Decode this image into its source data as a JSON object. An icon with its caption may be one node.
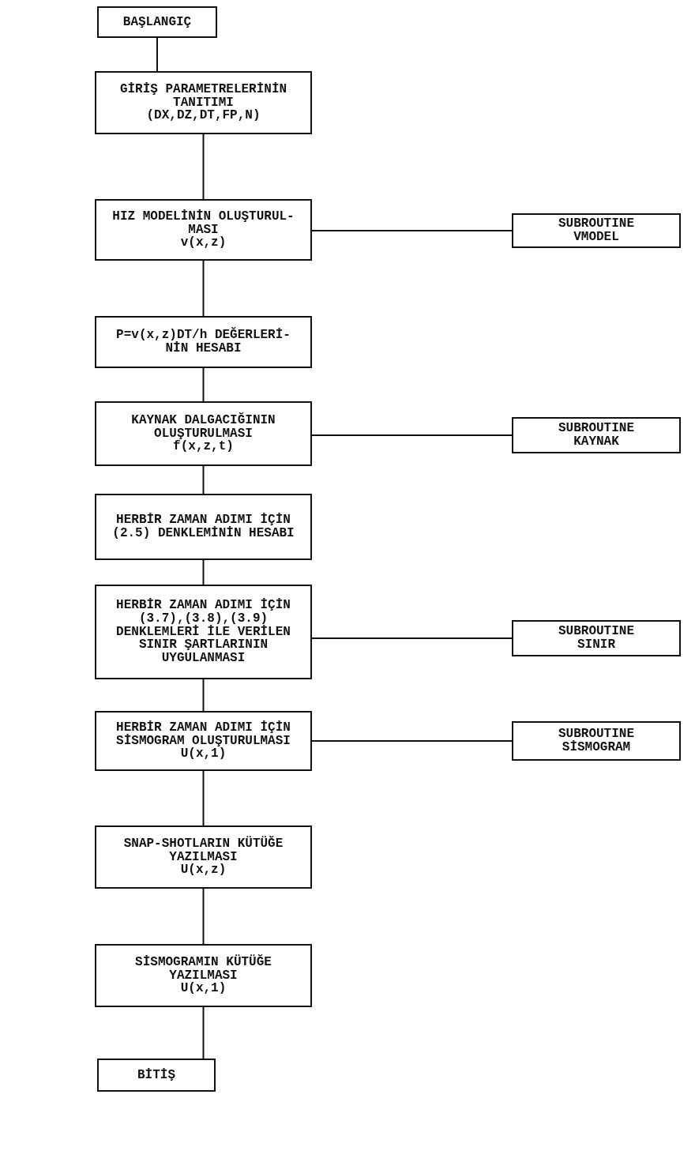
{
  "diagram": {
    "nodes": [
      {
        "text": [
          "BAŞLANGIÇ"
        ]
      },
      {
        "text": [
          "GİRİŞ PARAMETRELERİNİN TANITIMI",
          "(DX,DZ,DT,FP,N)"
        ]
      },
      {
        "text": [
          "HIZ MODELİNİN OLUŞTURUL- MASI",
          "v(x,z)"
        ]
      },
      {
        "text": [
          "SUBROUTINE VMODEL"
        ]
      },
      {
        "text": [
          "P=v(x,z)DT/h DEĞERLERİ- NİN HESABI"
        ]
      },
      {
        "text": [
          "KAYNAK DALGACIĞININ OLUŞTURULMASI",
          "f(x,z,t)"
        ]
      },
      {
        "text": [
          "SUBROUTINE KAYNAK"
        ]
      },
      {
        "text": [
          "HERBİR ZAMAN ADIMI İÇİN (2.5) DENKLEMİNİN HESABI"
        ]
      },
      {
        "text": [
          "HERBİR ZAMAN ADIMI İÇİN (3.7),(3.8),(3.9) DENKLEMLERİ İLE VERİLEN SINIR ŞARTLARININ UYGULANMASI"
        ]
      },
      {
        "text": [
          "SUBROUTINE SINIR"
        ]
      },
      {
        "text": [
          "HERBİR ZAMAN ADIMI İÇİN SİSMOGRAM OLUŞTURULMASI",
          "U(x,1)"
        ]
      },
      {
        "text": [
          "SUBROUTINE SİSMOGRAM"
        ]
      },
      {
        "text": [
          "SNAP-SHOTLARIN KÜTÜĞE YAZILMASI",
          "U(x,z)"
        ]
      },
      {
        "text": [
          "SİSMOGRAMIN KÜTÜĞE YAZILMASI",
          "U(x,1)"
        ]
      },
      {
        "text": [
          "BİTİŞ"
        ]
      }
    ],
    "edges": [
      {
        "from": 0,
        "to": 1,
        "arrow": "none"
      },
      {
        "from": 1,
        "to": 2,
        "arrow": "none"
      },
      {
        "from": 2,
        "to": 3,
        "arrow": "none"
      },
      {
        "from": 2,
        "to": 4,
        "arrow": "none"
      },
      {
        "from": 4,
        "to": 5,
        "arrow": "none"
      },
      {
        "from": 5,
        "to": 6,
        "arrow": "none"
      },
      {
        "from": 5,
        "to": 7,
        "arrow": "none"
      },
      {
        "from": 7,
        "to": 8,
        "arrow": "none"
      },
      {
        "from": 8,
        "to": 9,
        "arrow": "none"
      },
      {
        "from": 8,
        "to": 10,
        "arrow": "none"
      },
      {
        "from": 10,
        "to": 11,
        "arrow": "none"
      },
      {
        "from": 10,
        "to": 12,
        "arrow": "none"
      },
      {
        "from": 12,
        "to": 13,
        "arrow": "none"
      },
      {
        "from": 13,
        "to": 14,
        "arrow": "none"
      }
    ]
  }
}
